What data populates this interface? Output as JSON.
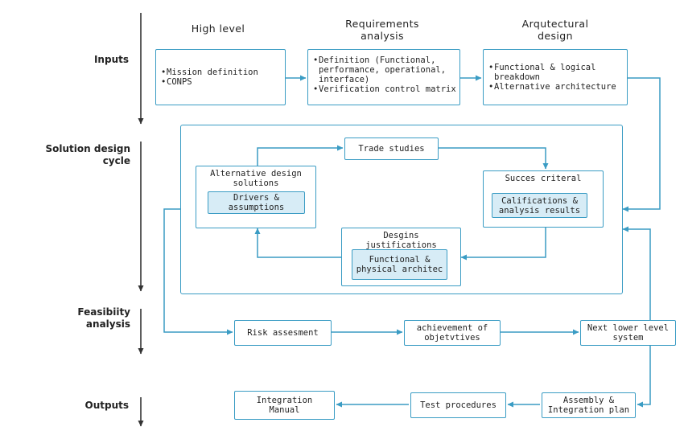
{
  "columns": {
    "high_level": "High level",
    "requirements": "Requirements\nanalysis",
    "architectural": "Arqutectural\ndesign"
  },
  "rows": {
    "inputs": "Inputs",
    "solution": "Solution design\ncycle",
    "feasibility": "Feasibiity\nanalysis",
    "outputs": "Outputs"
  },
  "inputs": {
    "high_level_items": [
      "Mission definition",
      "CONPS"
    ],
    "requirements_items": [
      "Definition (Functional, performance, operational, interface)",
      "Verification control matrix"
    ],
    "architectural_items": [
      "Functional & logical breakdown",
      "Alternative architecture"
    ]
  },
  "cycle": {
    "trade_studies": "Trade studies",
    "alternative_title": "Alternative design\nsolutions",
    "alternative_sub": "Drivers &\nassumptions",
    "success_title": "Succes criteral",
    "success_sub": "Califications &\nanalysis results",
    "justifications_title": "Desgins\njustifications",
    "justifications_sub": "Functional &\nphysical architec"
  },
  "feasibility": {
    "risk": "Risk assesment",
    "achievement": "achievement of\nobjetvtives",
    "next_level": "Next lower level\nsystem"
  },
  "outputs": {
    "integration_manual": "Integration\nManual",
    "test_procedures": "Test procedures",
    "assembly": "Assembly &\nIntegration plan"
  },
  "colors": {
    "accent": "#3a9cc4",
    "fill": "#d7ecf6",
    "timeline": "#333333"
  }
}
